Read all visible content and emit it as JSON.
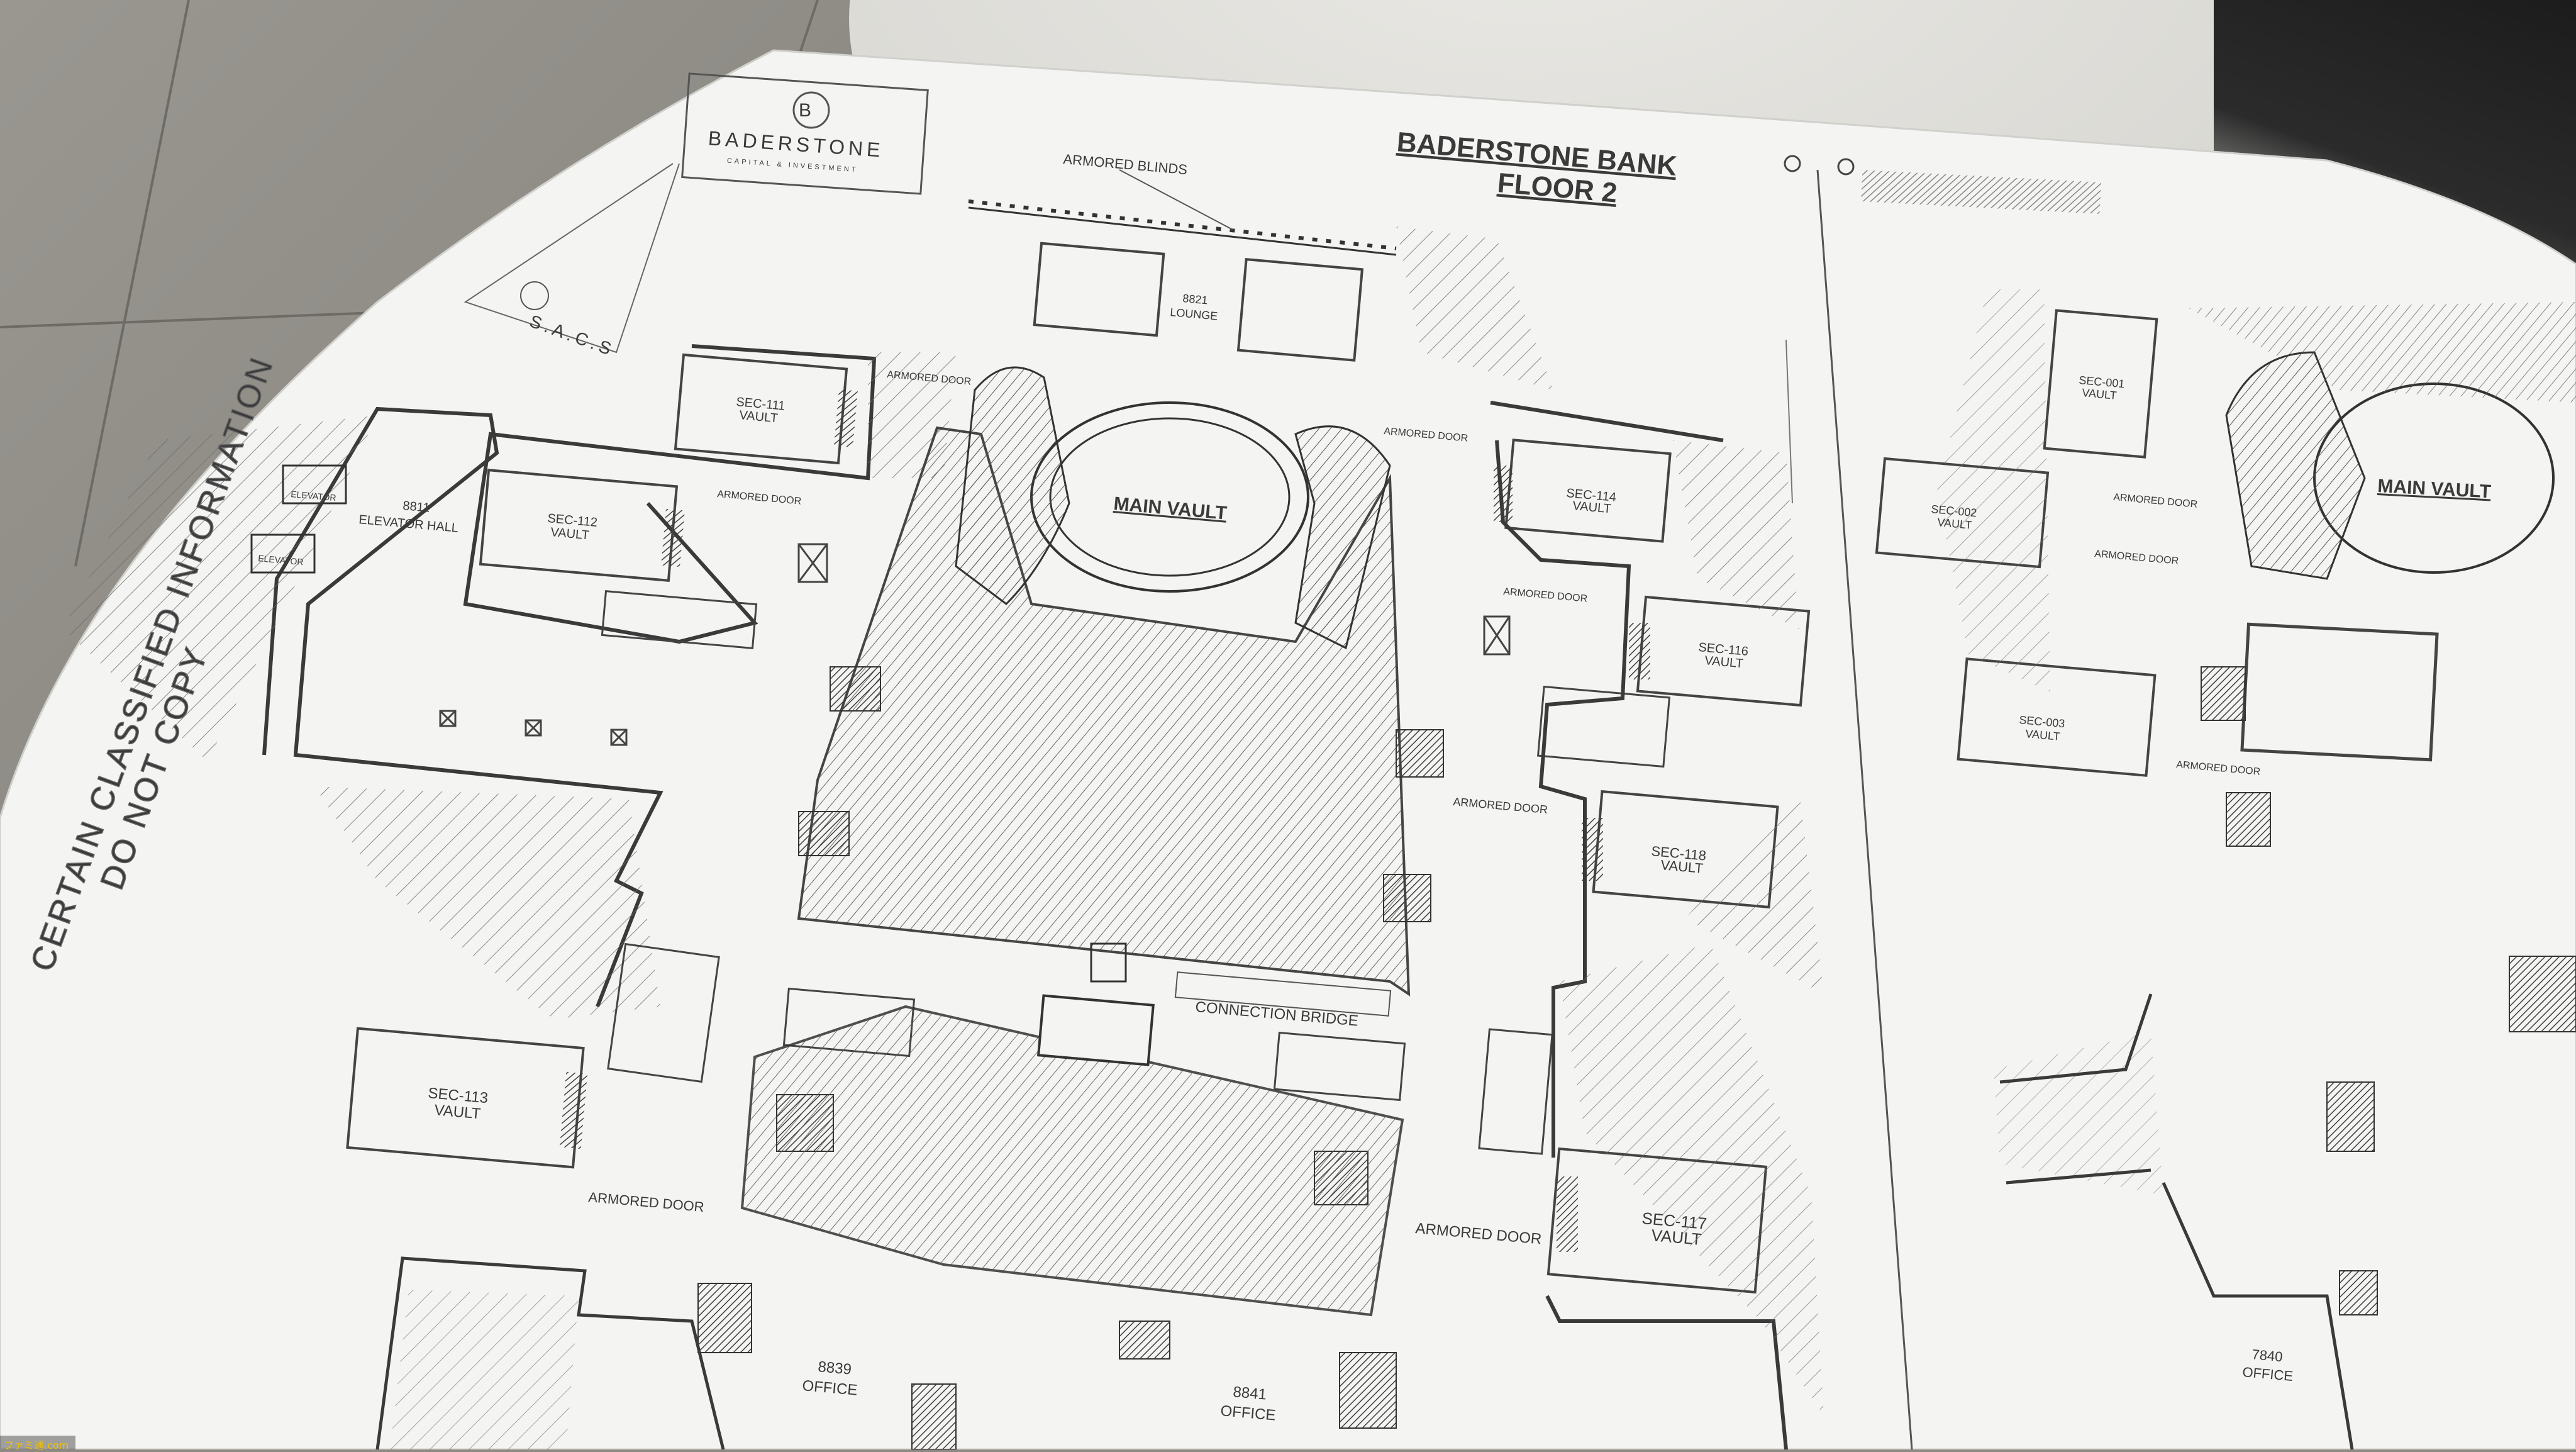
{
  "title": {
    "line1": "BADERSTONE BANK",
    "line2": "FLOOR 2"
  },
  "logo": {
    "name": "BADERSTONE",
    "tagline": "CAPITAL & INVESTMENT"
  },
  "sacs": "S.A.C.S",
  "side_stamp": {
    "line1": "CERTAIN CLASSIFIED INFORMATION",
    "line2": "DO NOT COPY"
  },
  "labels": {
    "armored_blinds": "ARMORED BLINDS",
    "lounge_no": "8821",
    "lounge": "LOUNGE",
    "main_vault": "MAIN VAULT",
    "main_vault_right": "MAIN VAULT",
    "connection_bridge": "CONNECTION BRIDGE",
    "armored_door": "ARMORED DOOR",
    "elevator_hall_no": "8811",
    "elevator_hall": "ELEVATOR HALL",
    "elevator_a": "ELEVATOR",
    "elevator_b": "ELEVATOR",
    "vault": "VAULT",
    "office": "OFFICE"
  },
  "vaults": [
    {
      "id": "SEC-111"
    },
    {
      "id": "SEC-112"
    },
    {
      "id": "SEC-113"
    },
    {
      "id": "SEC-114"
    },
    {
      "id": "SEC-116"
    },
    {
      "id": "SEC-118"
    },
    {
      "id": "SEC-117"
    },
    {
      "id": "SEC-001"
    },
    {
      "id": "SEC-002"
    },
    {
      "id": "SEC-003"
    }
  ],
  "offices": [
    {
      "no": "8839"
    },
    {
      "no": "8841"
    },
    {
      "no": "7840"
    }
  ],
  "watermark": "ファミ通.com",
  "colors": {
    "paper": "#f4f4f2",
    "ink": "#3a3a3a",
    "hatch": "#6b6b6b",
    "floor": "#8d8a84",
    "table": "#dcdbd6"
  }
}
